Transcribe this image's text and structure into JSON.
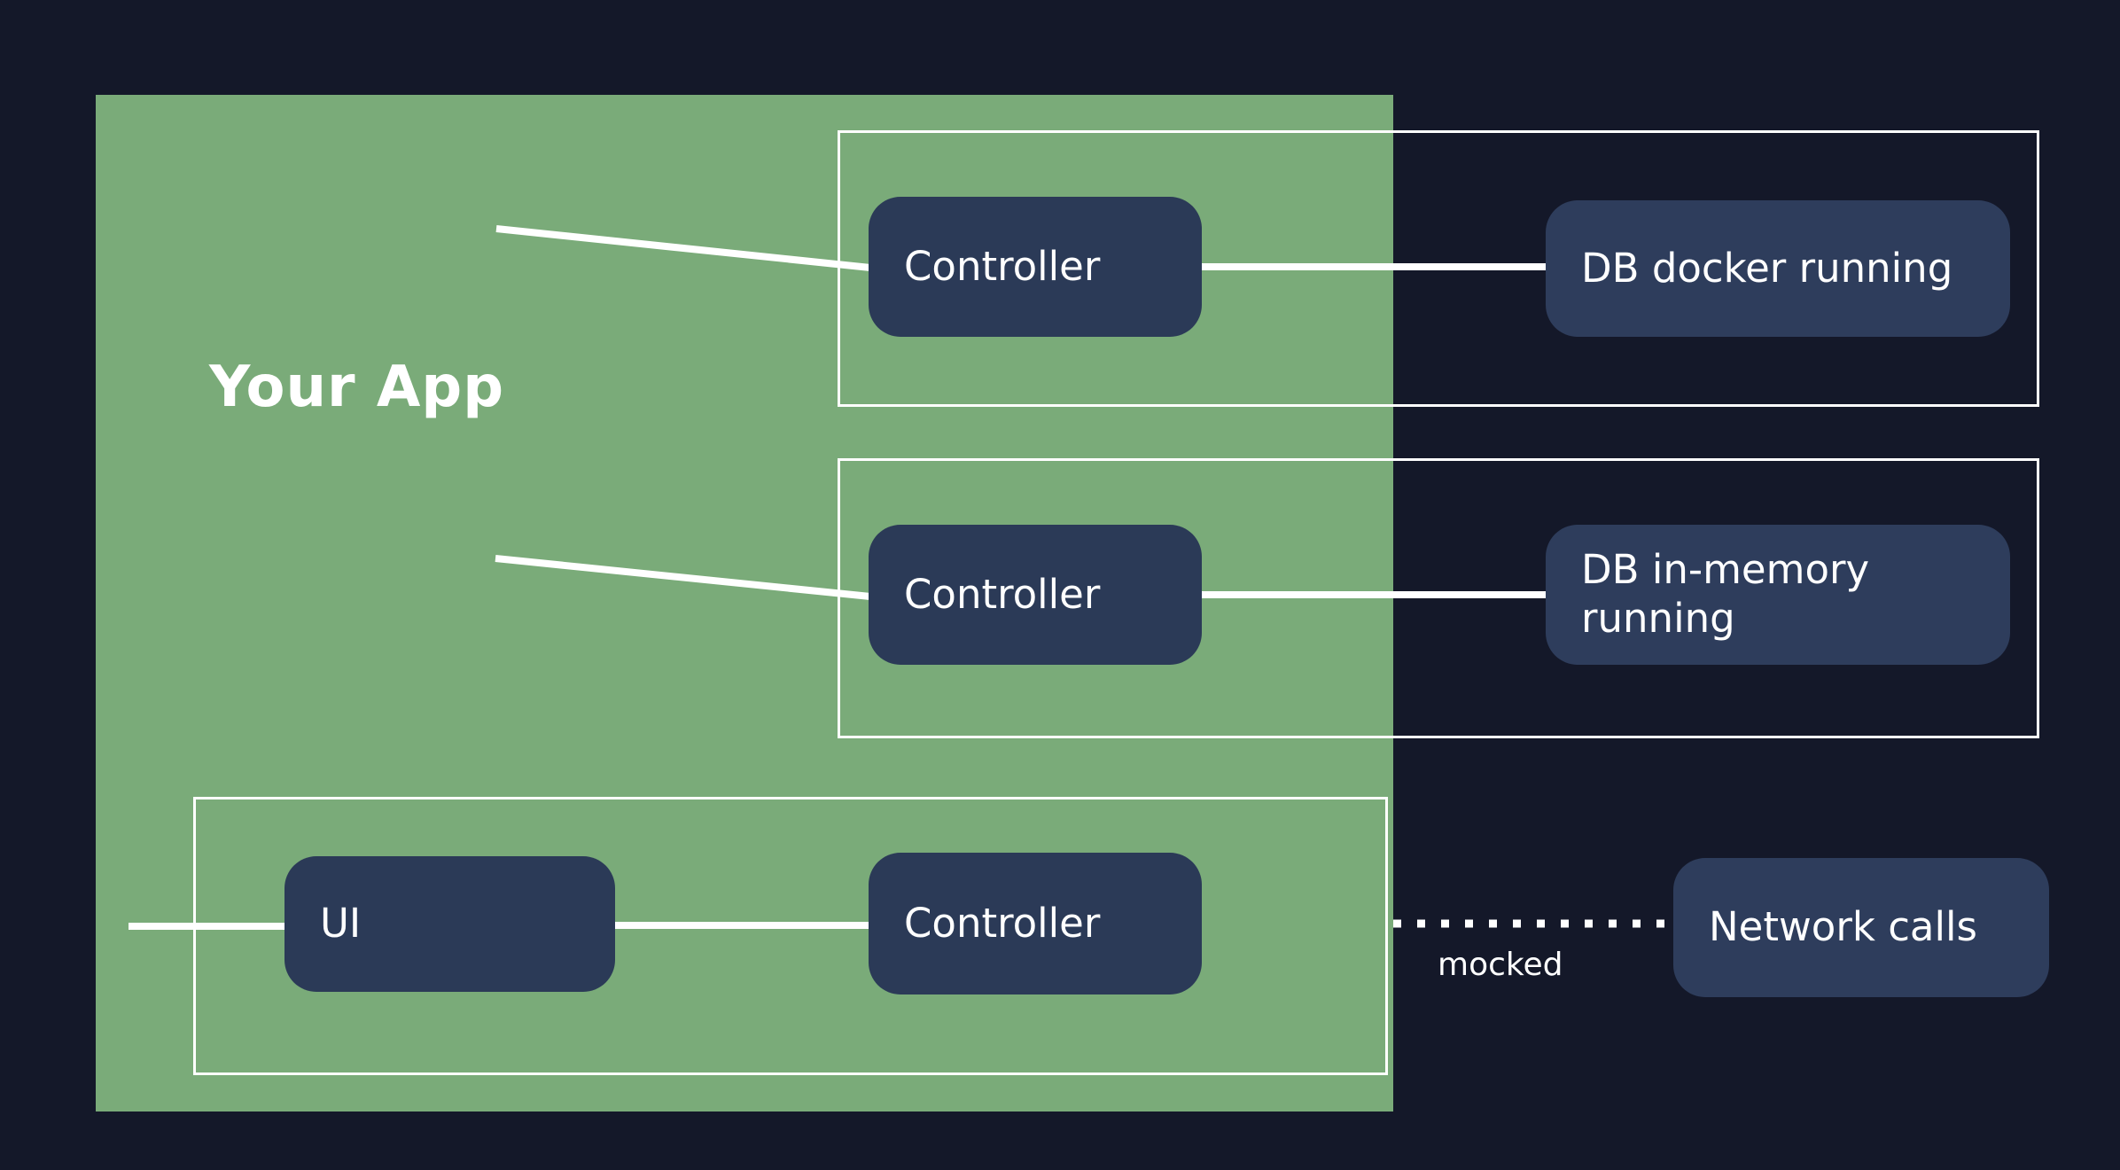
{
  "app_region": {
    "label": "Your App"
  },
  "nodes": {
    "controller1": {
      "label": "Controller"
    },
    "db_docker": {
      "label": "DB docker running"
    },
    "controller2": {
      "label": "Controller"
    },
    "db_in_memory": {
      "label": "DB in-memory running"
    },
    "ui": {
      "label": "UI"
    },
    "controller3": {
      "label": "Controller"
    },
    "network_calls": {
      "label": "Network calls"
    }
  },
  "annotations": {
    "mocked": "mocked"
  },
  "colors": {
    "background": "#141829",
    "app_region": "#7aab79",
    "node_fill": "#2b3a57",
    "node_fill_dark": "#2e3d5c",
    "outline": "#ffffff",
    "connector": "#ffffff",
    "text": "#ffffff"
  }
}
